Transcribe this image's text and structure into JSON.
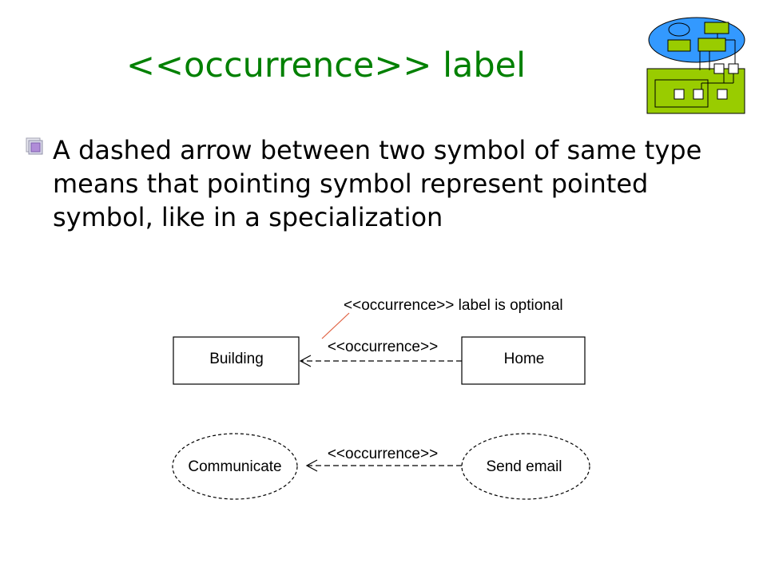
{
  "slide": {
    "title": "<<occurrence>> label",
    "bullet": "A dashed arrow between two symbol of same type means that pointing symbol represent pointed symbol, like in a specialization"
  },
  "diagram": {
    "annotation": "<<occurrence>> label is optional",
    "top_row": {
      "from": "Home",
      "to": "Building",
      "label": "<<occurrence>>"
    },
    "bottom_row": {
      "from": "Send email",
      "to": "Communicate",
      "label": "<<occurrence>>"
    }
  },
  "colors": {
    "title": "#008000",
    "annotation_line": "#e06040",
    "logo_blue": "#3399ff",
    "logo_green": "#99cc00"
  },
  "icons": {
    "logo": "uml-architecture-logo-icon",
    "bullet": "slide-bullet-icon"
  }
}
